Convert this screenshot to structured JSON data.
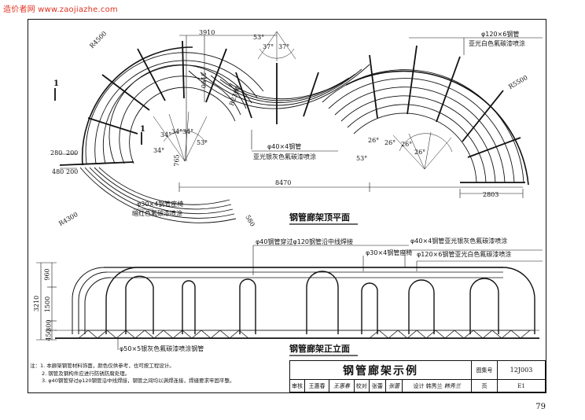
{
  "watermark": "造价者网 www.zaojiazhe.com",
  "plan": {
    "caption": "钢管廊架顶平面",
    "dims": {
      "d3910": "3910",
      "d5190": "5190",
      "d765": "765",
      "d8470": "8470",
      "d2803": "2803",
      "d280": "280",
      "d200": "200",
      "d480": "480",
      "d200b": "200",
      "d580": "580"
    },
    "radii": {
      "r4500": "R4500",
      "r2300": "R2300",
      "r5500": "R5500",
      "r4300": "R4300"
    },
    "angles": {
      "a53_top": "53°",
      "a37_a": "37°",
      "a37_b": "37°",
      "a34_1": "34°",
      "a34_2": "34°",
      "a34_3": "34°",
      "a34_4": "34°",
      "a53_left": "53°",
      "a53_right": "53°",
      "a26_1": "26°",
      "a26_2": "26°",
      "a26_3": "26°",
      "a26_4": "26°"
    },
    "section_marks": {
      "m1_top": "1",
      "m1_mid": "1"
    },
    "labels": {
      "pipe_120": "φ120×6钢管",
      "pipe_120_finish": "亚光白色氟碳漆喷涂",
      "pipe_40": "φ40×4钢管",
      "pipe_40_finish": "亚光银灰色氟碳漆喷涂",
      "pipe_30": "φ30×4钢管座椅",
      "pipe_30_finish": "暗红色氟碳漆喷涂"
    }
  },
  "elevation": {
    "caption": "钢管廊架正立面",
    "dims": {
      "d960": "960",
      "d1500": "1500",
      "d300": "300",
      "d450": "450",
      "d3210": "3210"
    },
    "labels": {
      "weld": "φ40钢管穿过φ120钢管沿中线焊接",
      "seat": "φ30×4钢管座椅",
      "pipe40": "φ40×4钢管亚光银灰色氟碳漆喷涂",
      "pipe120": "φ120×6钢管亚光白色氟碳漆喷涂",
      "pipe50": "φ50×5银灰色氟碳漆喷涂钢管"
    }
  },
  "notes": [
    "注：1. 本廊架钢管材料饰面，颜色仅供参考，也可按工程设计。",
    "2. 钢管及钢构件应进行防锈防腐处理。",
    "3. φ40钢管穿过φ120钢管沿中线焊接，钢管之间均以满焊连接，焊缝要求牢固平整。"
  ],
  "title_block": {
    "title": "钢管廊架示例",
    "atlas_label": "图集号",
    "atlas_no": "12J003",
    "page_label": "页",
    "page_no": "E1",
    "review_label": "审核",
    "reviewer": "王惠春",
    "reviewer_sig": "王惠春",
    "check_label": "校对",
    "checker": "张蕾",
    "checker_sig": "张蕾",
    "design_label": "设计",
    "designer": "韩秀兰",
    "designer_sig": "韩秀兰"
  },
  "page_number": "79"
}
